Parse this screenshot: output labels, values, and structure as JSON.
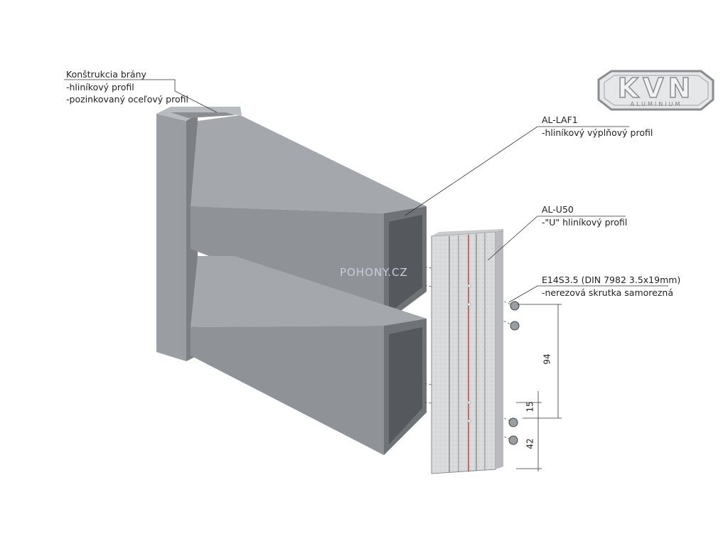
{
  "labels": {
    "frame": {
      "title": "Konštrukcia brány",
      "line1": "-hliníkový profil",
      "line2": "-pozinkovaný oceľový profil"
    },
    "laf": {
      "title": "AL-LAF1",
      "line1": "-hliníkový výplňový profil"
    },
    "u50": {
      "title": "AL-U50",
      "line1": "-\"U\" hliníkový profil"
    },
    "screw": {
      "title": "E14S3.5 (DIN 7982 3.5x19mm)",
      "line1": "-nerezová skrutka samorezná"
    }
  },
  "dimensions": {
    "d94": "94",
    "d15": "15",
    "d42": "42"
  },
  "logo": {
    "letters": "KVN",
    "sub": "ALUMINIUM"
  },
  "watermark": "POHONY.CZ",
  "colors": {
    "profile_top": "#a3a6aa",
    "profile_front": "#8e9195",
    "profile_side": "#7e8185",
    "galvanized": "#d9dadc",
    "red_line": "#c0392b"
  }
}
